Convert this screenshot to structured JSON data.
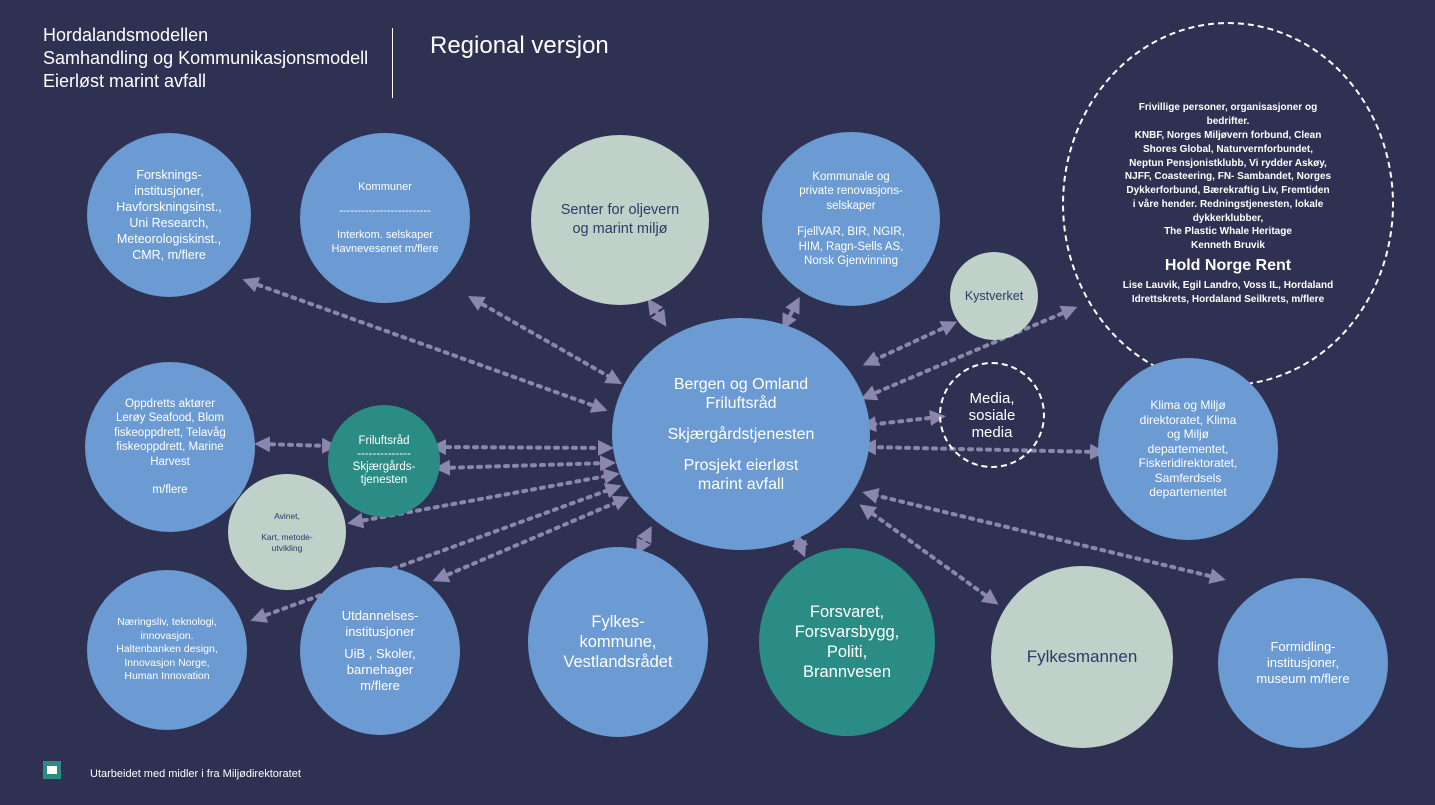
{
  "header": {
    "line1": "Hordalandsmodellen",
    "line2": "Samhandling og Kommunikasjonsmodell",
    "line3": "Eierløst marint avfall",
    "version": "Regional versjon"
  },
  "center": {
    "l1": "Bergen og Omland",
    "l2": "Friluftsråd",
    "l3": "Skjærgårdstjenesten",
    "l4": "Prosjekt eierløst",
    "l5": "marint avfall"
  },
  "forskning": [
    "Forsknings-",
    "institusjoner,",
    "Havforskningsinst.,",
    "Uni Research,",
    "Meteorologiskinst.,",
    "CMR, m/flere"
  ],
  "kommuner": [
    "Kommuner",
    "-------------------------",
    "Interkom. selskaper",
    "Havnevesenet m/flere"
  ],
  "senter": [
    "Senter for oljevern",
    "og marint miljø"
  ],
  "renovasjon": [
    "Kommunale og",
    "private renovasjons-",
    "selskaper",
    "FjellVAR, BIR, NGIR,",
    "HIM, Ragn-Sells AS,",
    "Norsk Gjenvinning"
  ],
  "kystverket": "Kystverket",
  "frivillige": {
    "lines": [
      "Frivillige personer, organisasjoner og",
      "bedrifter.",
      "KNBF, Norges Miljøvern forbund, Clean",
      "Shores Global, Naturvernforbundet,",
      "Neptun Pensjonistklubb, Vi rydder Askøy,",
      "NJFF, Coasteering, FN- Sambandet, Norges",
      "Dykkerforbund, Bærekraftig Liv, Fremtiden",
      "i våre hender. Redningstjenesten, lokale",
      "dykkerklubber,",
      "The Plastic Whale Heritage",
      "Kenneth Bruvik"
    ],
    "headline": "Hold Norge Rent",
    "lines2": [
      "Lise Lauvik, Egil Landro, Voss IL, Hordaland",
      "Idrettskrets, Hordaland Seilkrets,  m/flere"
    ]
  },
  "oppdrett": [
    "Oppdretts aktører",
    "Lerøy Seafood, Blom",
    "fiskeoppdrett, Telavåg",
    "fiskeoppdrett, Marine",
    "Harvest",
    "",
    "m/flere"
  ],
  "friluftsrad": [
    "Friluftsråd",
    "--------------",
    "Skjærgårds-",
    "tjenesten"
  ],
  "avinet": [
    "Avinet,",
    "",
    "Kart, metode-",
    "utvikling"
  ],
  "media": [
    "Media,",
    "sosiale",
    "media"
  ],
  "klima": [
    "Klima og Miljø",
    "direktoratet, Klima",
    "og Miljø",
    "departementet,",
    "Fiskeridirektoratet,",
    "Samferdsels",
    "departementet"
  ],
  "naringsliv": [
    "Næringsliv, teknologi,",
    "innovasjon.",
    "Haltenbanken design,",
    "Innovasjon Norge,",
    "Human Innovation"
  ],
  "utdanning": [
    "Utdannelses-",
    "institusjoner",
    "",
    "UiB , Skoler,",
    "barnehager",
    "m/flere"
  ],
  "fylkeskommune": [
    "Fylkes-",
    "kommune,",
    "Vestlandsrådet"
  ],
  "forsvaret": [
    "Forsvaret,",
    "Forsvarsbygg,",
    "Politi,",
    "Brannvesen"
  ],
  "fylkesmannen": "Fylkesmannen",
  "formidling": [
    "Formidling-",
    "institusjoner,",
    "museum m/flere"
  ],
  "footer": {
    "text": "Utarbeidet med midler i fra Miljødirektoratet"
  },
  "colors": {
    "background": "#2e3152",
    "blue": "#6b9bd2",
    "green": "#2a8c85",
    "pale": "#bfd1c9",
    "arrow": "#8a86ad"
  }
}
